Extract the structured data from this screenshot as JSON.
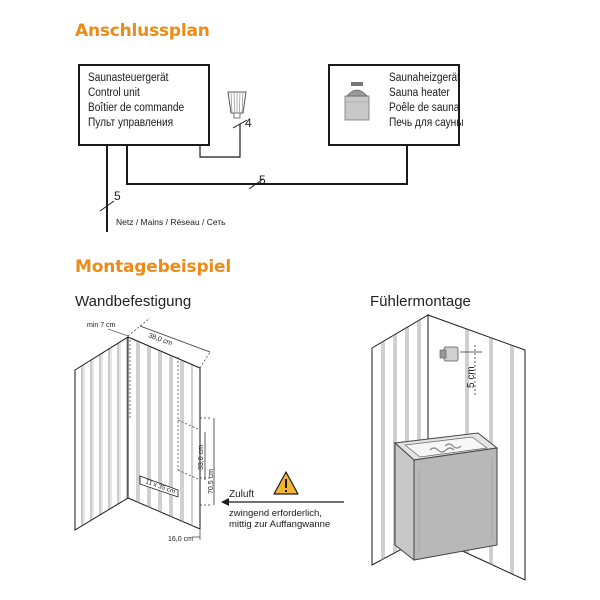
{
  "headings": {
    "wiring_plan": "Anschlussplan",
    "mounting_example": "Montagebeispiel"
  },
  "control_unit": {
    "lines": [
      "Saunasteuergerät",
      "Control unit",
      "Boîtier de commande",
      "Пульт управления"
    ]
  },
  "sauna_heater": {
    "lines": [
      "Saunaheizgerät",
      "Sauna heater",
      "Poêle de sauna",
      "Печь для сауны"
    ]
  },
  "wiring": {
    "sensor_cable_cores": "4",
    "heater_cable_cores": "5",
    "mains_cable_cores": "5",
    "mains_label": "Netz / Mains / Réseau / Сеть"
  },
  "wall_mounting": {
    "title": "Wandbefestigung",
    "dim_min_gap": "min 7 cm",
    "dim_width": "38,0 cm",
    "dim_hole_spacing": "33,0 cm",
    "dim_height": "70,5 cm",
    "dim_bracket": "11 x 35 cm",
    "dim_bottom": "16,0 cm",
    "air_inlet_label": "Zuluft",
    "air_inlet_note_line1": "zwingend erforderlich,",
    "air_inlet_note_line2": "mittig zur Auffangwanne"
  },
  "sensor_mounting": {
    "title": "Fühlermontage",
    "dim_sensor_offset": "5 cm"
  },
  "colors": {
    "heading": "#ec8b17",
    "warning_fill": "#f2b53a",
    "line": "#1a1a1a"
  },
  "icons": [
    "sensor-icon",
    "heater-icon",
    "warning-icon"
  ]
}
